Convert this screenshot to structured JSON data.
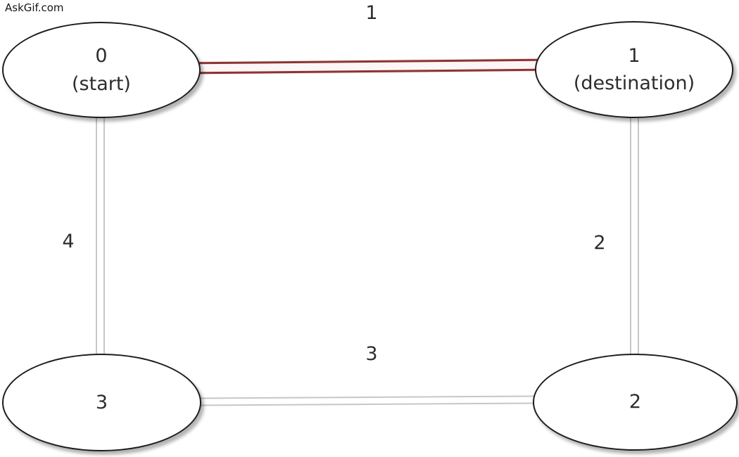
{
  "watermark": "AskGif.com",
  "colors": {
    "background": "#ffffff",
    "node_fill": "#ffffff",
    "node_border": "#1c1c1c",
    "text": "#2d2d2d",
    "highlighted_edge": "#8d3432",
    "normal_edge": "#c7c7c7"
  },
  "graph": {
    "type": "undirected-weighted-graph",
    "nodes": [
      {
        "id": "0",
        "label_line1": "0",
        "label_line2": "(start)",
        "position": "top-left"
      },
      {
        "id": "1",
        "label_line1": "1",
        "label_line2": "(destination)",
        "position": "top-right"
      },
      {
        "id": "3",
        "label_line1": "3",
        "label_line2": "",
        "position": "bottom-left"
      },
      {
        "id": "2",
        "label_line1": "2",
        "label_line2": "",
        "position": "bottom-right"
      }
    ],
    "edges": [
      {
        "from": "0",
        "to": "1",
        "weight": "1",
        "style": "highlighted-red-double-line"
      },
      {
        "from": "0",
        "to": "3",
        "weight": "4",
        "style": "gray-double-line"
      },
      {
        "from": "1",
        "to": "2",
        "weight": "2",
        "style": "gray-double-line"
      },
      {
        "from": "3",
        "to": "2",
        "weight": "3",
        "style": "gray-double-line"
      }
    ]
  }
}
